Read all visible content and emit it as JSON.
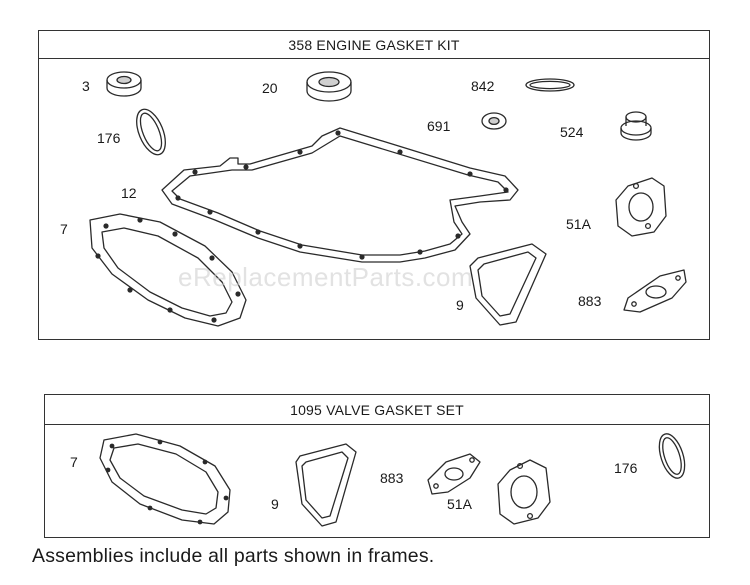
{
  "kits": [
    {
      "title": "358 ENGINE GASKET KIT",
      "labels": [
        "3",
        "20",
        "842",
        "691",
        "524",
        "176",
        "12",
        "7",
        "51A",
        "9",
        "883"
      ]
    },
    {
      "title": "1095 VALVE GASKET SET",
      "labels": [
        "7",
        "9",
        "883",
        "51A",
        "176"
      ]
    }
  ],
  "watermark": "eReplacementParts.com",
  "footer": "Assemblies include all parts shown in frames."
}
